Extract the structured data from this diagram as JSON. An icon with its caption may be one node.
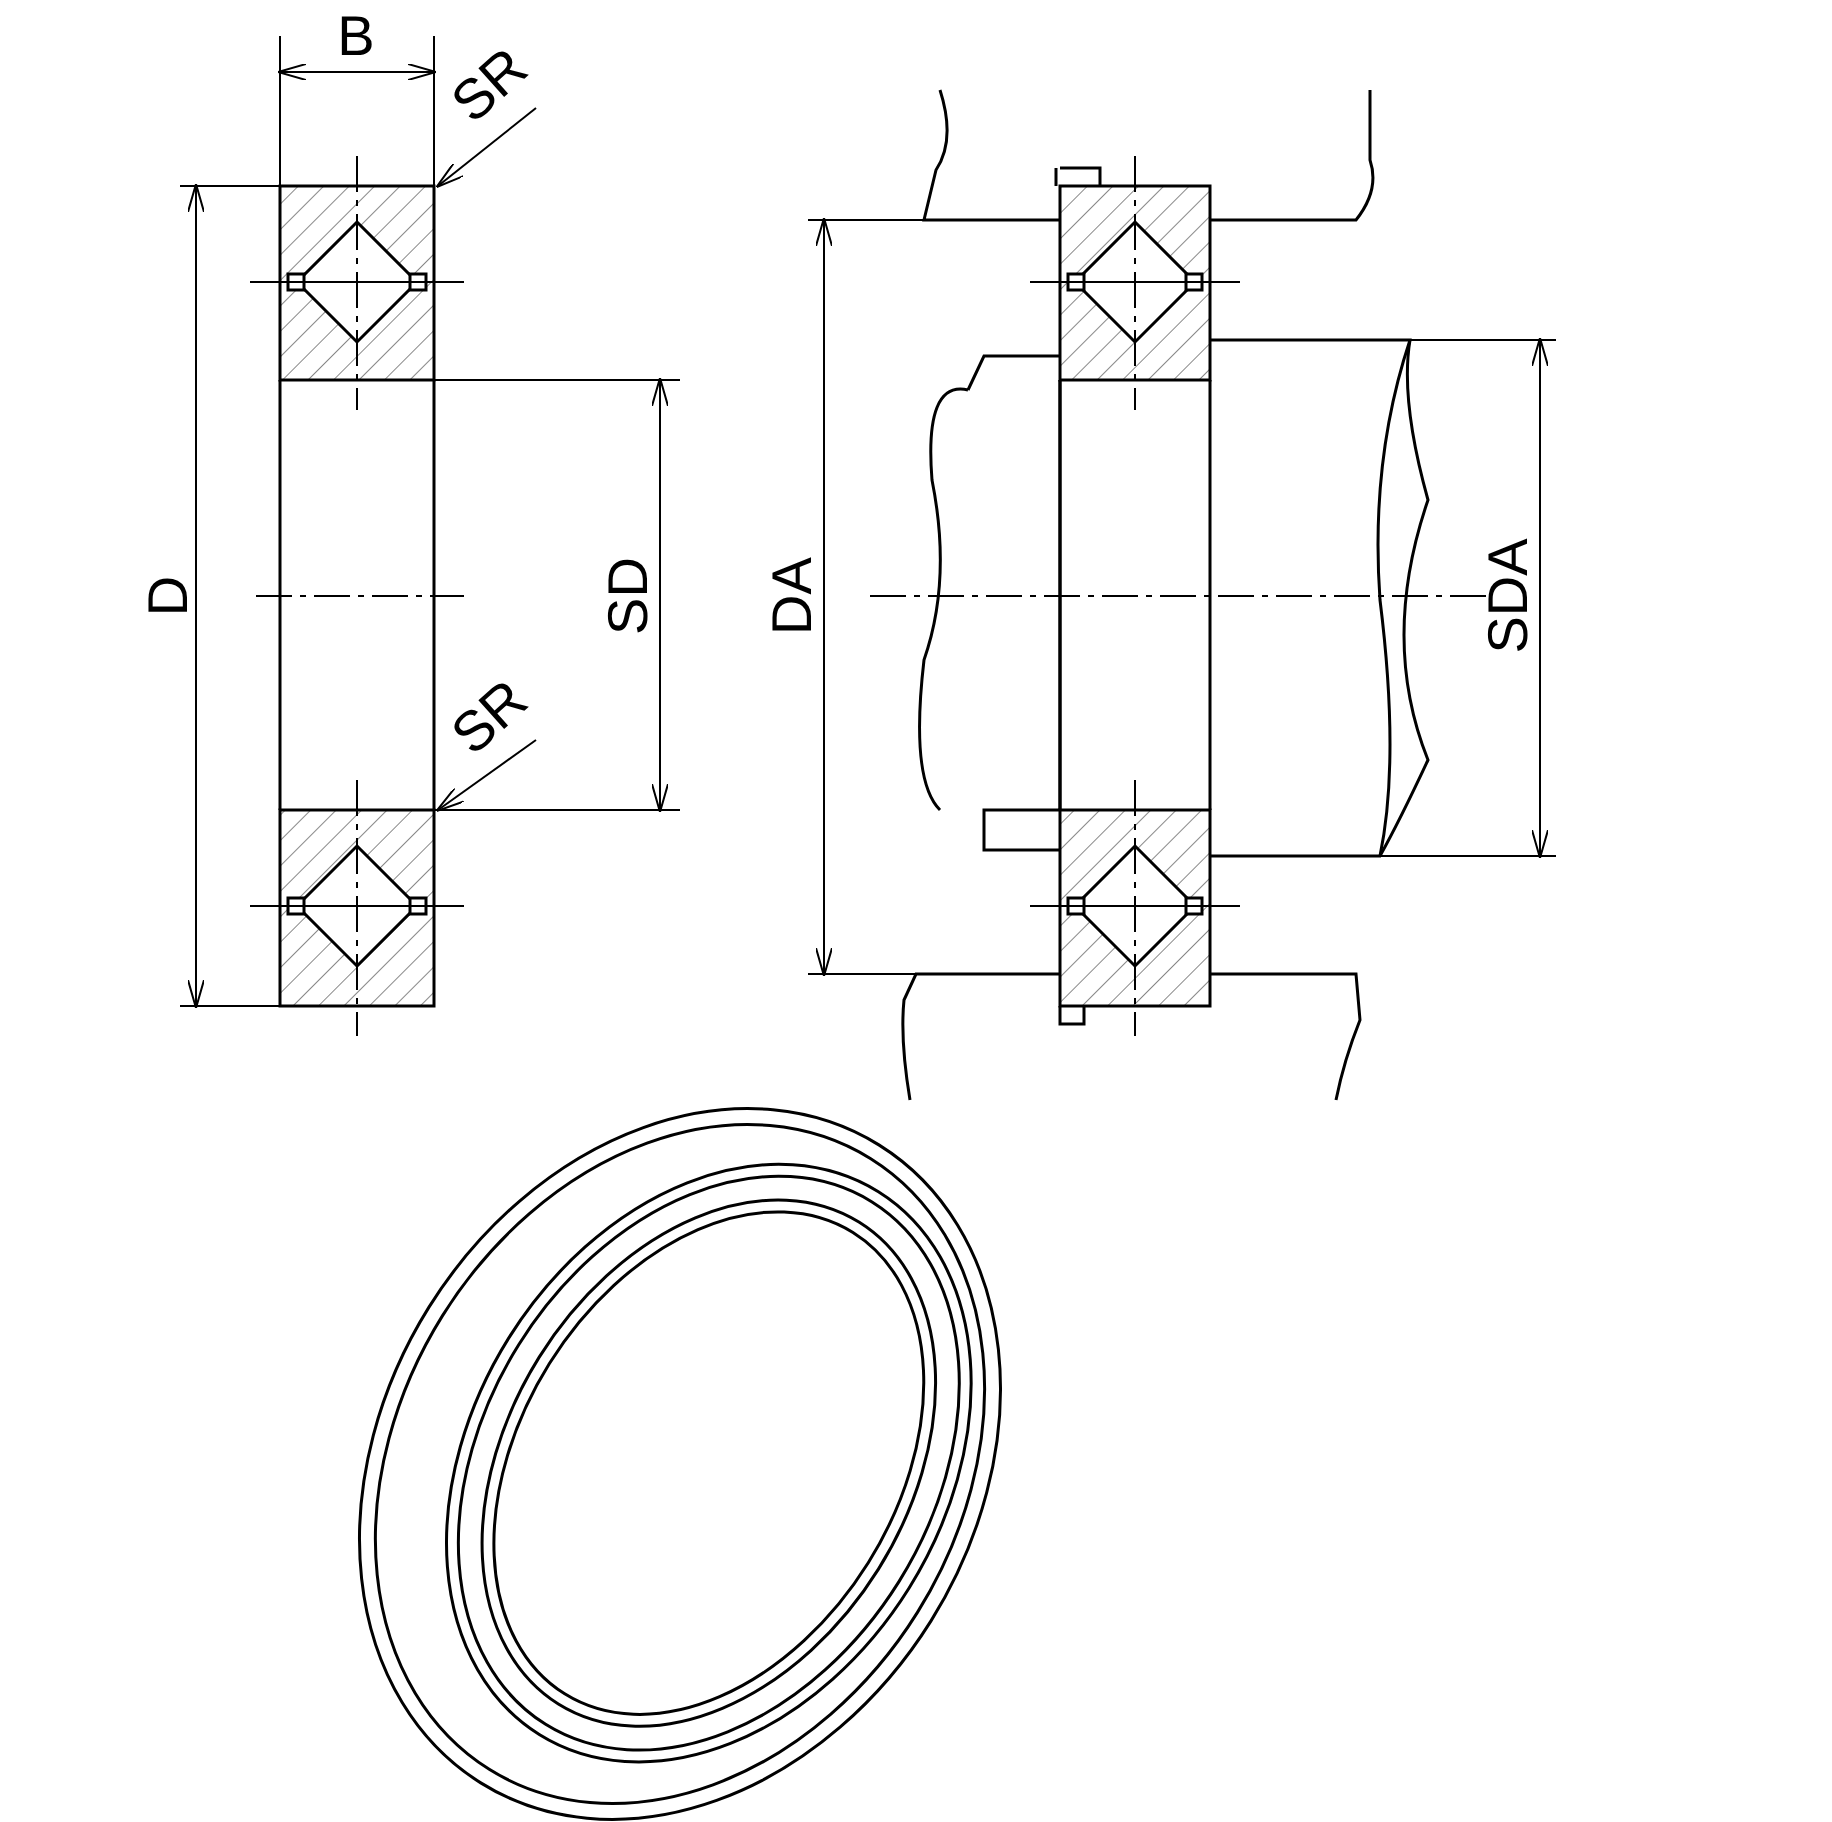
{
  "diagram": {
    "nodes": [
      {
        "text": [
          "SR"
        ]
      },
      {
        "text": [
          "SR"
        ]
      },
      {
        "text": [],
        "shape": "picture"
      }
    ],
    "edges": [
      {
        "from": 0,
        "to": 2,
        "arrow": "to"
      },
      {
        "from": 1,
        "to": 2,
        "arrow": "to"
      }
    ],
    "labels": [
      "B",
      "D",
      "SD",
      "DA",
      "SDA"
    ]
  }
}
